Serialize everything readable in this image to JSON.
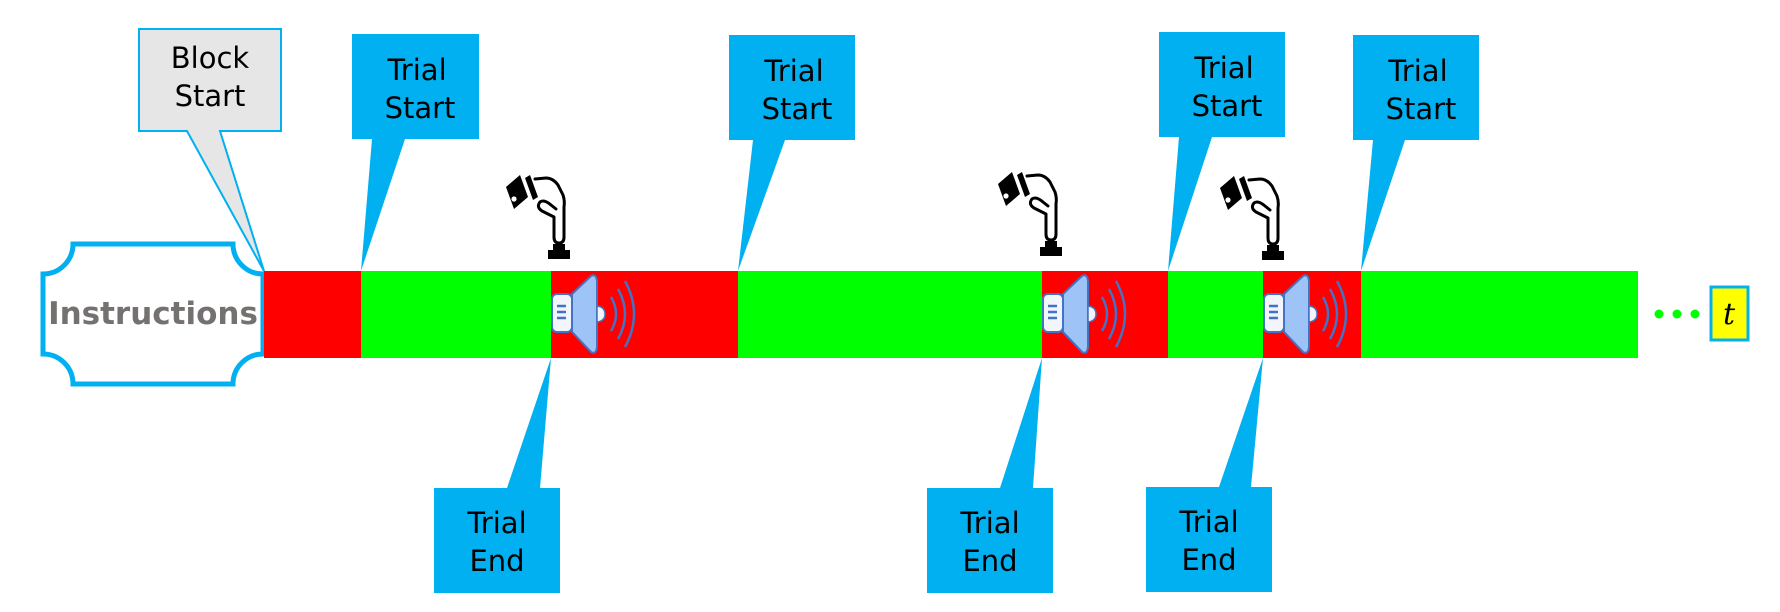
{
  "diagram": {
    "title": "Experimental block timeline",
    "instructions_label": "Instructions",
    "block_start": {
      "line1": "Block",
      "line2": "Start"
    },
    "time_label": "t",
    "ellipsis": "• • •",
    "colors": {
      "callout_blue": "#00B0F0",
      "block_start_fill": "#E7E6E6",
      "instructions_text": "#767171",
      "active_green": "#00FF00",
      "feedback_red": "#FF0000",
      "time_box_fill": "#FFFF00",
      "speaker_fill": "#9DC3F7",
      "speaker_stroke": "#4472C4"
    },
    "segments": [
      {
        "type": "red",
        "meaning": "pre-trial"
      },
      {
        "type": "green",
        "meaning": "trial"
      },
      {
        "type": "red",
        "meaning": "feedback"
      },
      {
        "type": "green",
        "meaning": "trial"
      },
      {
        "type": "red",
        "meaning": "feedback"
      },
      {
        "type": "green",
        "meaning": "trial"
      },
      {
        "type": "red",
        "meaning": "feedback"
      },
      {
        "type": "green",
        "meaning": "trial"
      }
    ],
    "trial_start_callouts": [
      {
        "line1": "Trial",
        "line2": "Start"
      },
      {
        "line1": "Trial",
        "line2": "Start"
      },
      {
        "line1": "Trial",
        "line2": "Start"
      },
      {
        "line1": "Trial",
        "line2": "Start"
      }
    ],
    "trial_end_callouts": [
      {
        "line1": "Trial",
        "line2": "End"
      },
      {
        "line1": "Trial",
        "line2": "End"
      },
      {
        "line1": "Trial",
        "line2": "End"
      }
    ],
    "icons": {
      "response": "hand-pressing-button-icon",
      "feedback": "speaker-sound-icon"
    }
  }
}
